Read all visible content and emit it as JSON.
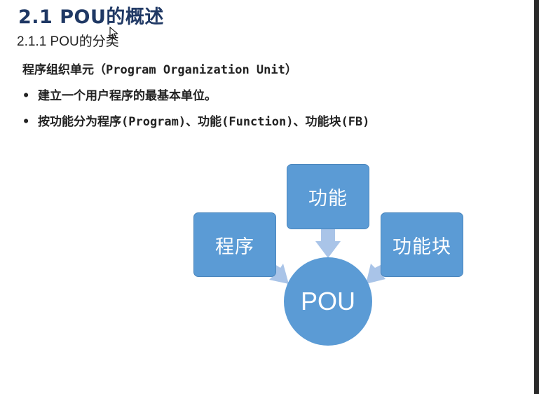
{
  "slide": {
    "title": "2.1 POU的概述",
    "subtitle": "2.1.1 POU的分类",
    "heading": "程序组织单元（Program Organization Unit）",
    "bullets": [
      "建立一个用户程序的最基本单位。",
      "按功能分为程序(Program)、功能(Function)、功能块(FB)"
    ],
    "bullet_symbol": "•"
  },
  "diagram": {
    "nodes": {
      "program": "程序",
      "function": "功能",
      "function_block": "功能块",
      "center": "POU"
    },
    "colors": {
      "box_fill": "#5b9bd5",
      "arrow_fill": "#a9c4e8",
      "text": "#ffffff"
    }
  }
}
